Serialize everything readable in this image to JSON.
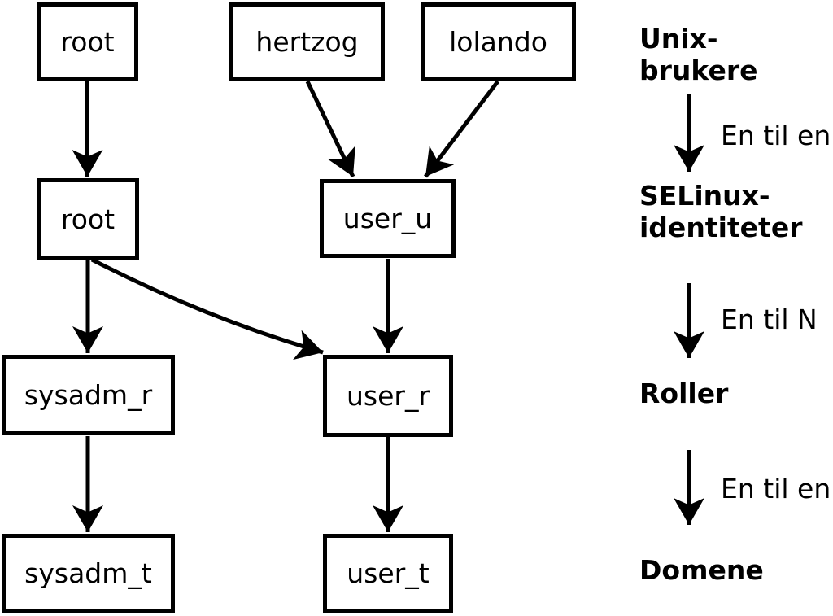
{
  "diagram": {
    "type": "flow-diagram",
    "background_color": "#ffffff",
    "line_color": "#000000",
    "text_color": "#000000",
    "nodes": [
      {
        "id": "unix-root",
        "label": "root"
      },
      {
        "id": "unix-hertzog",
        "label": "hertzog"
      },
      {
        "id": "unix-lolando",
        "label": "lolando"
      },
      {
        "id": "selinux-root",
        "label": "root"
      },
      {
        "id": "selinux-user-u",
        "label": "user_u"
      },
      {
        "id": "role-sysadm-r",
        "label": "sysadm_r"
      },
      {
        "id": "role-user-r",
        "label": "user_r"
      },
      {
        "id": "domain-sysadm-t",
        "label": "sysadm_t"
      },
      {
        "id": "domain-user-t",
        "label": "user_t"
      }
    ],
    "edges": [
      {
        "from": "unix-root",
        "to": "selinux-root"
      },
      {
        "from": "unix-hertzog",
        "to": "selinux-user-u"
      },
      {
        "from": "unix-lolando",
        "to": "selinux-user-u"
      },
      {
        "from": "selinux-root",
        "to": "role-sysadm-r"
      },
      {
        "from": "selinux-root",
        "to": "role-user-r"
      },
      {
        "from": "selinux-user-u",
        "to": "role-user-r"
      },
      {
        "from": "role-sysadm-r",
        "to": "domain-sysadm-t"
      },
      {
        "from": "role-user-r",
        "to": "domain-user-t"
      }
    ],
    "legend": {
      "levels": [
        {
          "label": "Unix-brukere"
        },
        {
          "label": "SELinux-\nidentiteter"
        },
        {
          "label": "Roller"
        },
        {
          "label": "Domene"
        }
      ],
      "relations": [
        {
          "label": "En til en"
        },
        {
          "label": "En til N"
        },
        {
          "label": "En til en"
        }
      ]
    }
  }
}
